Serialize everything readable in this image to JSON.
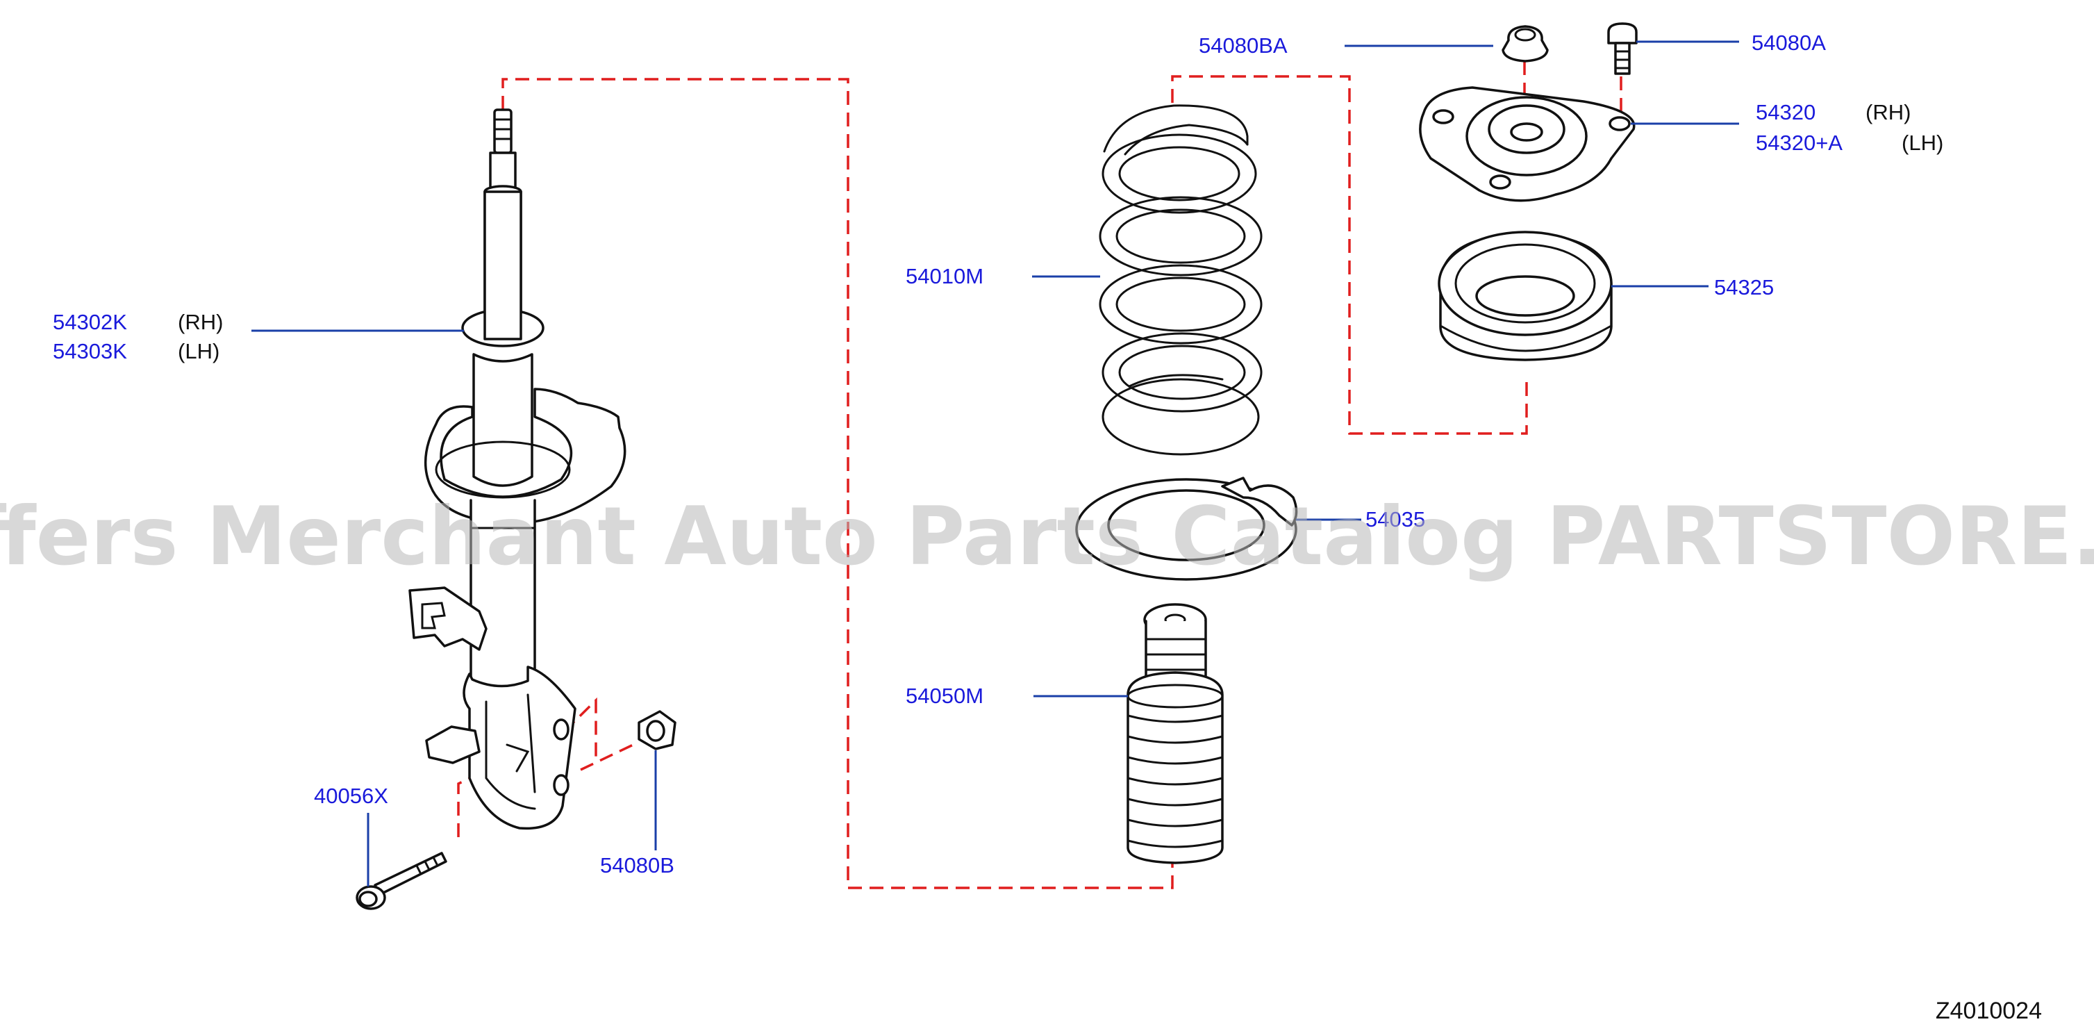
{
  "labels": {
    "p54302k": "54302K",
    "p54303k": "54303K",
    "rh1": "(RH)",
    "lh1": "(LH)",
    "p40056x": "40056X",
    "p54080b": "54080B",
    "p54010m": "54010M",
    "p54050m": "54050M",
    "p54035": "54035",
    "p54080ba": "54080BA",
    "p54080a": "54080A",
    "p54320": "54320",
    "p54320a": "54320+A",
    "rh2": "(RH)",
    "lh2": "(LH)",
    "p54325": "54325"
  },
  "diagram_code": "Z4010024",
  "watermark": "Offers Merchant Auto Parts Catalog PARTSTORE.SA",
  "colors": {
    "label": "#1a1adb",
    "leader": "#1a3fa8",
    "dashed_link": "#e01e1e",
    "outline": "#111111",
    "watermark": "#b8b8b8"
  }
}
